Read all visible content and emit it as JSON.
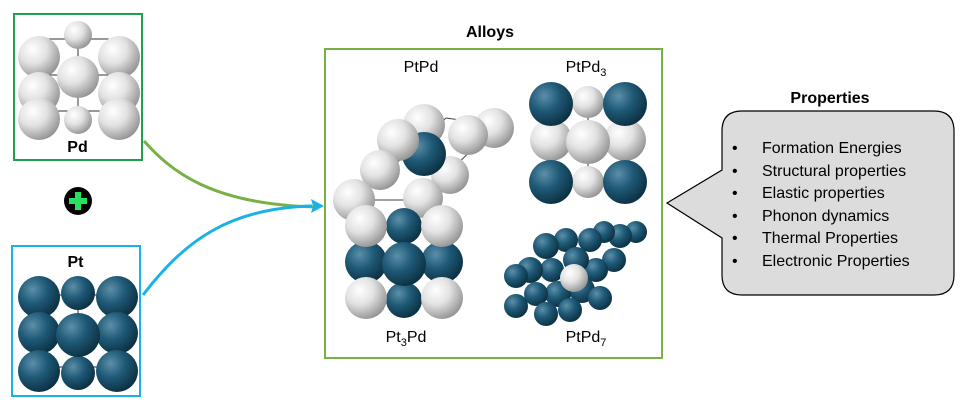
{
  "colors": {
    "pd_atom": "#e4e4e4",
    "pt_atom": "#1d5874",
    "pd_border": "#21a24a",
    "pt_border": "#1ab2e6",
    "alloy_border": "#77b045",
    "pd_arrow": "#77b045",
    "pt_arrow": "#1ab2e6",
    "plus_fill": "#27e15d",
    "callout_fill": "#dcdcdc"
  },
  "pd": {
    "label": "Pd",
    "lattice": "fcc-unit-cell"
  },
  "pt": {
    "label": "Pt",
    "lattice": "fcc-unit-cell"
  },
  "plus": {
    "icon": "plus-icon"
  },
  "alloys": {
    "title": "Alloys",
    "structures": [
      {
        "id": "ptpd",
        "base": "PtPd",
        "sub": "",
        "suffix": ""
      },
      {
        "id": "ptpd3",
        "base": "PtPd",
        "sub": "3",
        "suffix": ""
      },
      {
        "id": "pt3pd",
        "base": "Pt",
        "sub": "3",
        "suffix": "Pd"
      },
      {
        "id": "ptpd7",
        "base": "PtPd",
        "sub": "7",
        "suffix": ""
      }
    ]
  },
  "properties": {
    "title": "Properties",
    "items": [
      "Formation Energies",
      "Structural properties",
      "Elastic properties",
      "Phonon dynamics",
      "Thermal Properties",
      "Electronic Properties"
    ]
  }
}
